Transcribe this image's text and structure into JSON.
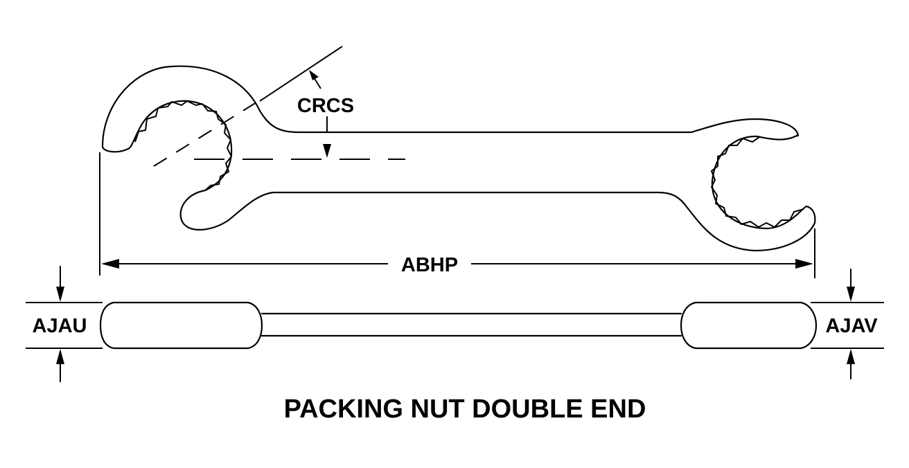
{
  "labels": {
    "crcs": "CRCS",
    "abhp": "ABHP",
    "ajau": "AJAU",
    "ajav": "AJAV",
    "title": "PACKING NUT DOUBLE END"
  }
}
